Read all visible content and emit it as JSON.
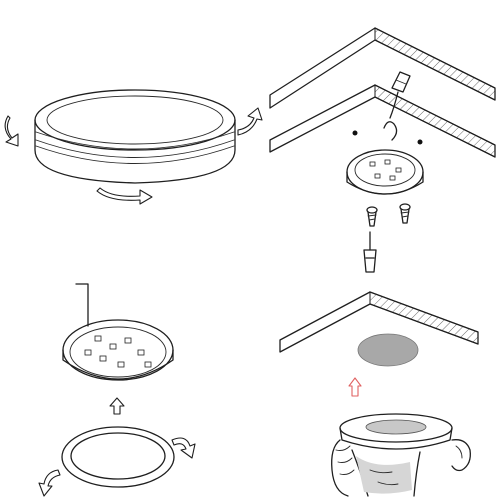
{
  "figure": {
    "panels": [
      {
        "id": "panel-1",
        "step": "rotate-cover-off"
      },
      {
        "id": "panel-2",
        "step": "screw-base-to-ceiling"
      },
      {
        "id": "panel-3",
        "step": "reattach-cover"
      },
      {
        "id": "panel-4",
        "step": "stick-adhesive-pad-to-ceiling"
      }
    ],
    "colors": {
      "line": "#1f1f1f",
      "pad": "#a8a8a8",
      "hand_shading": "#c8c8c8",
      "up_arrow_accent": "#e06060",
      "background": "#ffffff"
    },
    "icons": [
      "rotation-arrow-icon",
      "up-arrow-icon",
      "screw-icon",
      "screwdriver-icon",
      "wire-connector-icon",
      "hand-icon"
    ]
  }
}
